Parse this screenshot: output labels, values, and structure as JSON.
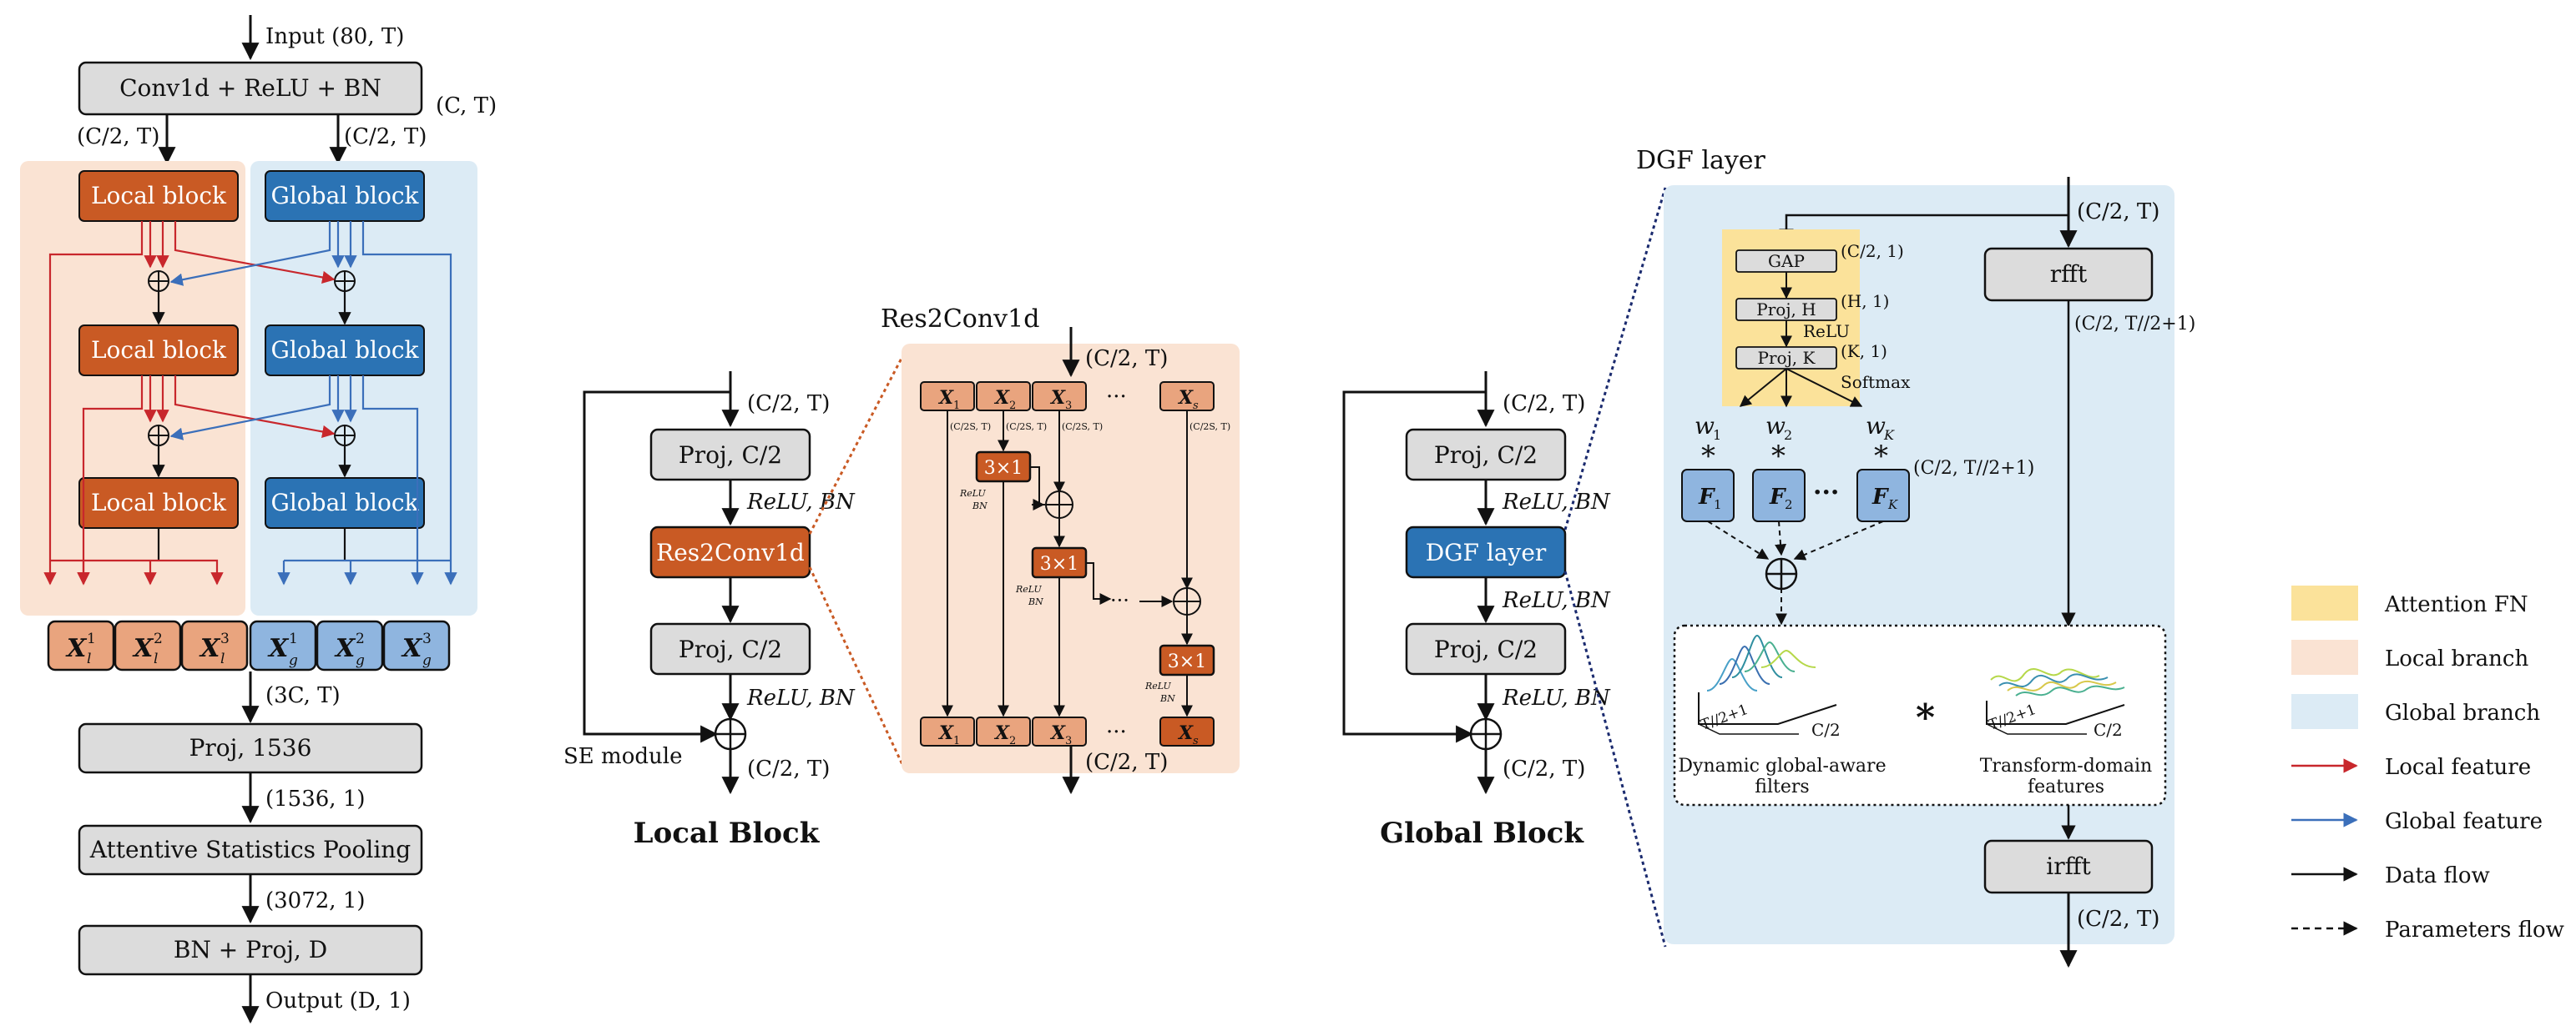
{
  "left": {
    "input_label": "Input (80, T)",
    "conv_label": "Conv1d + ReLU + BN",
    "ct_label": "(C, T)",
    "split_left_label": "(C/2, T)",
    "split_right_label": "(C/2, T)",
    "local_block_label": "Local block",
    "global_block_label": "Global block",
    "x_tiles": [
      "X",
      "X",
      "X",
      "X",
      "X",
      "X"
    ],
    "x_subs": [
      "l",
      "l",
      "l",
      "g",
      "g",
      "g"
    ],
    "x_sups": [
      "1",
      "2",
      "3",
      "1",
      "2",
      "3"
    ],
    "concat_label": "(3C, T)",
    "proj1536_label": "Proj, 1536",
    "after_proj_label": "(1536, 1)",
    "asp_label": "Attentive Statistics Pooling",
    "after_asp_label": "(3072, 1)",
    "bnproj_label": "BN + Proj, D",
    "output_label": "Output (D, 1)"
  },
  "local_block": {
    "title": "Local Block",
    "in_label": "(C/2, T)",
    "proj_label": "Proj, C/2",
    "relu_bn": "ReLU, BN",
    "res2_label": "Res2Conv1d",
    "proj2_label": "Proj, C/2",
    "relu_bn2": "ReLU, BN",
    "se_label": "SE module",
    "out_label": "(C/2, T)"
  },
  "res2": {
    "title": "Res2Conv1d",
    "in_label": "(C/2, T)",
    "x_labels": [
      "X",
      "X",
      "X",
      "X"
    ],
    "x_subs": [
      "1",
      "2",
      "3",
      "s"
    ],
    "dots": "···",
    "split_labels": [
      "(C/2S, T)",
      "(C/2S, T)",
      "(C/2S, T)",
      "(C/2S, T)"
    ],
    "conv_label": "3×1",
    "relu_bn": "ReLU",
    "bn": "BN",
    "out_label": "(C/2, T)"
  },
  "global_block": {
    "title": "Global Block",
    "in_label": "(C/2, T)",
    "proj_label": "Proj, C/2",
    "relu_bn": "ReLU, BN",
    "dgf_label": "DGF layer",
    "relu_bn2": "ReLU, BN",
    "proj2_label": "Proj, C/2",
    "relu_bn3": "ReLU, BN",
    "out_label": "(C/2, T)"
  },
  "dgf": {
    "title": "DGF layer",
    "in_label": "(C/2, T)",
    "gap": "GAP",
    "gap_dim": "(C/2, 1)",
    "proj_h": "Proj, H",
    "proj_h_dim": "(H, 1)",
    "relu": "ReLU",
    "proj_k": "Proj, K",
    "proj_k_dim": "(K, 1)",
    "softmax": "Softmax",
    "rfft": "rfft",
    "rfft_dim": "(C/2, T//2+1)",
    "weights": [
      "w",
      "w",
      "w"
    ],
    "weight_subs": [
      "1",
      "2",
      "K"
    ],
    "star": "*",
    "filters": [
      "F",
      "F",
      "F"
    ],
    "filter_subs": [
      "1",
      "2",
      "K"
    ],
    "filter_dots": "···",
    "filter_dim": "(C/2, T//2+1)",
    "dyn_label_1": "Dynamic global-aware",
    "dyn_label_2": "filters",
    "trans_label_1": "Transform-domain",
    "trans_label_2": "features",
    "axis_t": "T//2+1",
    "axis_c": "C/2",
    "mult": "*",
    "irfft": "irfft",
    "out_label": "(C/2, T)"
  },
  "legend": {
    "items": [
      {
        "label": "Attention FN",
        "color": "#fbe29a"
      },
      {
        "label": "Local branch",
        "color": "#fae3d3"
      },
      {
        "label": "Global branch",
        "color": "#dcebf5"
      },
      {
        "label": "Local feature",
        "color": "#c8272c"
      },
      {
        "label": "Global feature",
        "color": "#3b6fba"
      },
      {
        "label": "Data flow",
        "color": "#111111"
      },
      {
        "label": "Parameters flow",
        "color": "#111111"
      }
    ]
  },
  "colors": {
    "local_fill": "#c95a24",
    "global_fill": "#2b73b4",
    "local_bg": "#fae3d3",
    "global_bg": "#dcebf5",
    "gray_box": "#dcdcdc",
    "tile_local": "#e9a47e",
    "tile_global": "#8fb5df",
    "attention": "#fbe29a"
  }
}
